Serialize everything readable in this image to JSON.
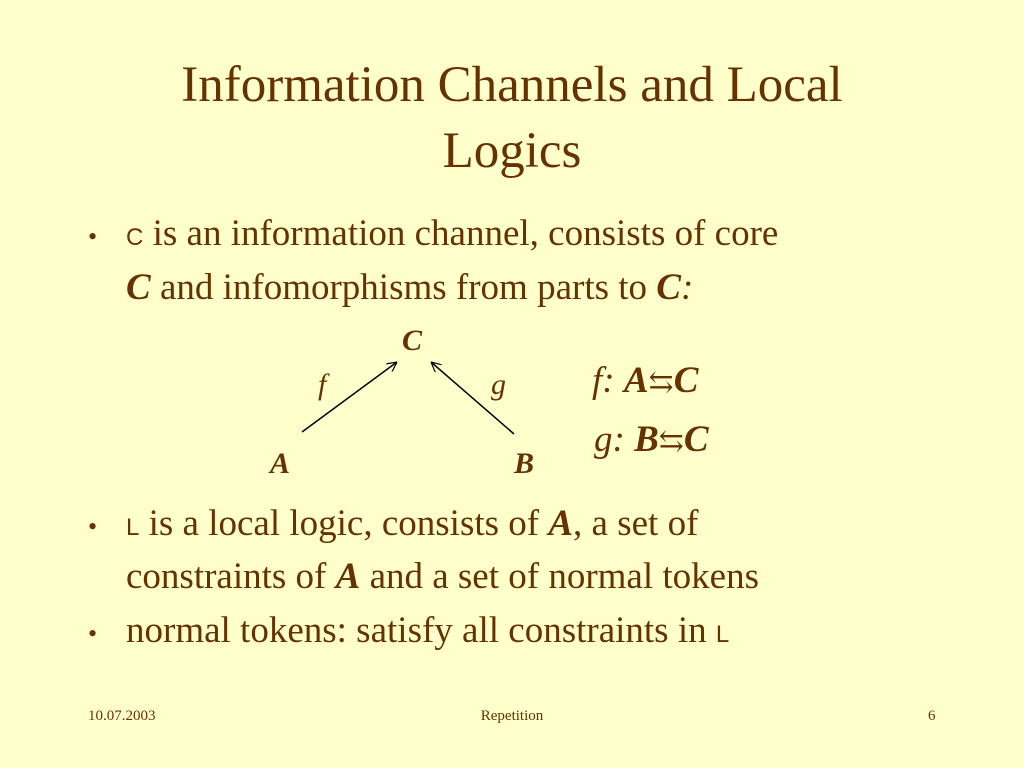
{
  "slide": {
    "title_line1": "Information Channels and Local",
    "title_line2": "Logics"
  },
  "bullets": {
    "b1": {
      "symbol": "C",
      "text1": "is an information channel, consists of core",
      "core": "C",
      "text2": "and infomorphisms from parts to",
      "core2": "C",
      "colon": ":"
    },
    "b2": {
      "symbol": "L",
      "text1": "is a local logic, consists of",
      "a": "A",
      "text2": ", a set of",
      "text3": "constraints of",
      "a2": "A",
      "text4": "and a set of normal tokens"
    },
    "b3": {
      "text1": "normal tokens: satisfy all constraints in",
      "symbol": "L"
    }
  },
  "diagram": {
    "node_c": "C",
    "node_a": "A",
    "node_b": "B",
    "edge_f": "f",
    "edge_g": "g",
    "eq_f_name": "f:",
    "eq_f_from": "A",
    "eq_f_arrow": "⇆",
    "eq_f_to": "C",
    "eq_g_name": "g:",
    "eq_g_from": "B",
    "eq_g_arrow": "⇆",
    "eq_g_to": "C"
  },
  "footer": {
    "date": "10.07.2003",
    "center": "Repetition",
    "page": "6"
  },
  "colors": {
    "background": "#FFFFCC",
    "text": "#663300"
  }
}
